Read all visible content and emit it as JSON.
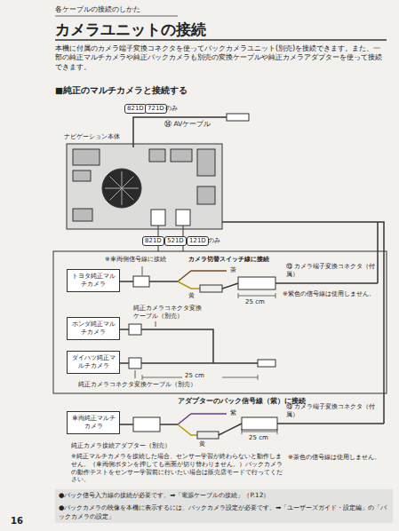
{
  "diagram": {
    "title": "カメラユニットの接続",
    "nodes": [
      {
        "text": [
          "ナビゲーション本体"
        ]
      },
      {
        "text": [
          "トヨタ純正マルチカメラ"
        ]
      },
      {
        "text": [
          "ホンダ純正マルチカメラ"
        ]
      },
      {
        "text": [
          "ダイハツ純正マルチカメラ"
        ]
      },
      {
        "text": [
          "車両純正マルチカメラ"
        ]
      }
    ],
    "labels": [
      "各ケーブルの接続のしかた",
      "本機に付属のカメラ端子変換コネクタを使ってバックカメラユニット(別売)を接続できます。また、一部の純正マルチカメラや純正バックカメラも別売の変換ケーブルや純正カメラアダプターを使って接続できます。",
      "■純正のマルチカメラと接続する",
      "821D",
      "721D",
      "のみ",
      "⑭ AVケーブル",
      "821D",
      "521D",
      "121D",
      "のみ",
      "※車両側信号線に接続",
      "カメラ切替スイッチ線に接続",
      "茶",
      "⑬ カメラ端子変換コネクタ（付属）",
      "※紫色の信号線は使用しません。",
      "純正カメラコネクタ変換ケーブル（別売）",
      "黄",
      "25 cm",
      "25 cm",
      "純正カメラコネクタ変換ケーブル（別売）",
      "アダプターのバック信号線（紫）に接続",
      "紫",
      "⑬ カメラ端子変換コネクタ（付属）",
      "黄",
      "純正カメラ接続アダプター（別売）",
      "25 cm",
      "※茶色の信号線は使用しません。",
      "※純正マルチカメラを接続した場合、センサー学習が終わらないと動作しません。（車両側ボタンを押しても画面が切り替わりません。）バックカメラの動作テストをセンサー学習前に行いたい場合は販売店モードで行ってください。",
      "●バック信号入力線の接続が必要です。➡「電源ケーブルの接続」（P.12）",
      "●バックカメラの映像を本機に表示するには、バックカメラ設定が必要です。➡「ユーザーズガイド・設定編」の「バックカメラの設定」",
      "16"
    ]
  }
}
